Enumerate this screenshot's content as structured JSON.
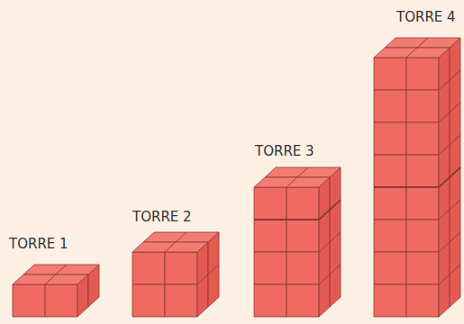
{
  "diagram": {
    "labels": [
      "TORRE 1",
      "TORRE 2",
      "TORRE 3",
      "TORRE 4"
    ]
  }
}
